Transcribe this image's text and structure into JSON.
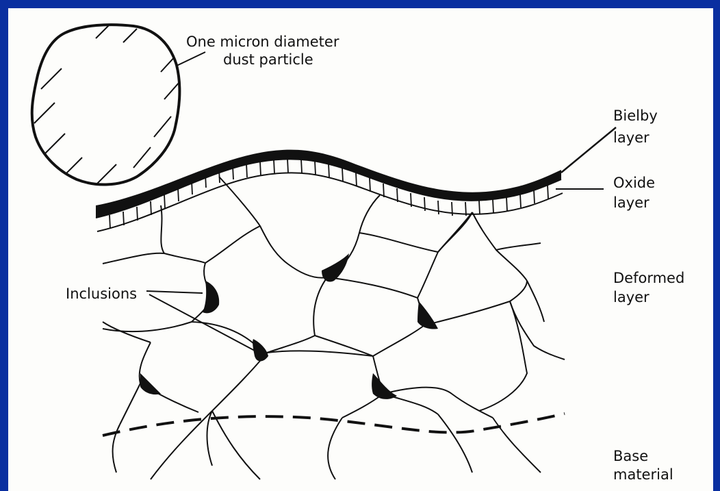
{
  "labels": {
    "dust_line1": "One micron diameter",
    "dust_line2": "dust particle",
    "bielby_line1": "Bielby",
    "bielby_line2": "layer",
    "oxide_line1": "Oxide",
    "oxide_line2": "layer",
    "deformed_line1": "Deformed",
    "deformed_line2": "layer",
    "base_line1": "Base",
    "base_line2": "material",
    "inclusions": "Inclusions"
  },
  "colors": {
    "border": "#0a2fa0",
    "background": "#fdfdfb",
    "ink": "#111111"
  }
}
